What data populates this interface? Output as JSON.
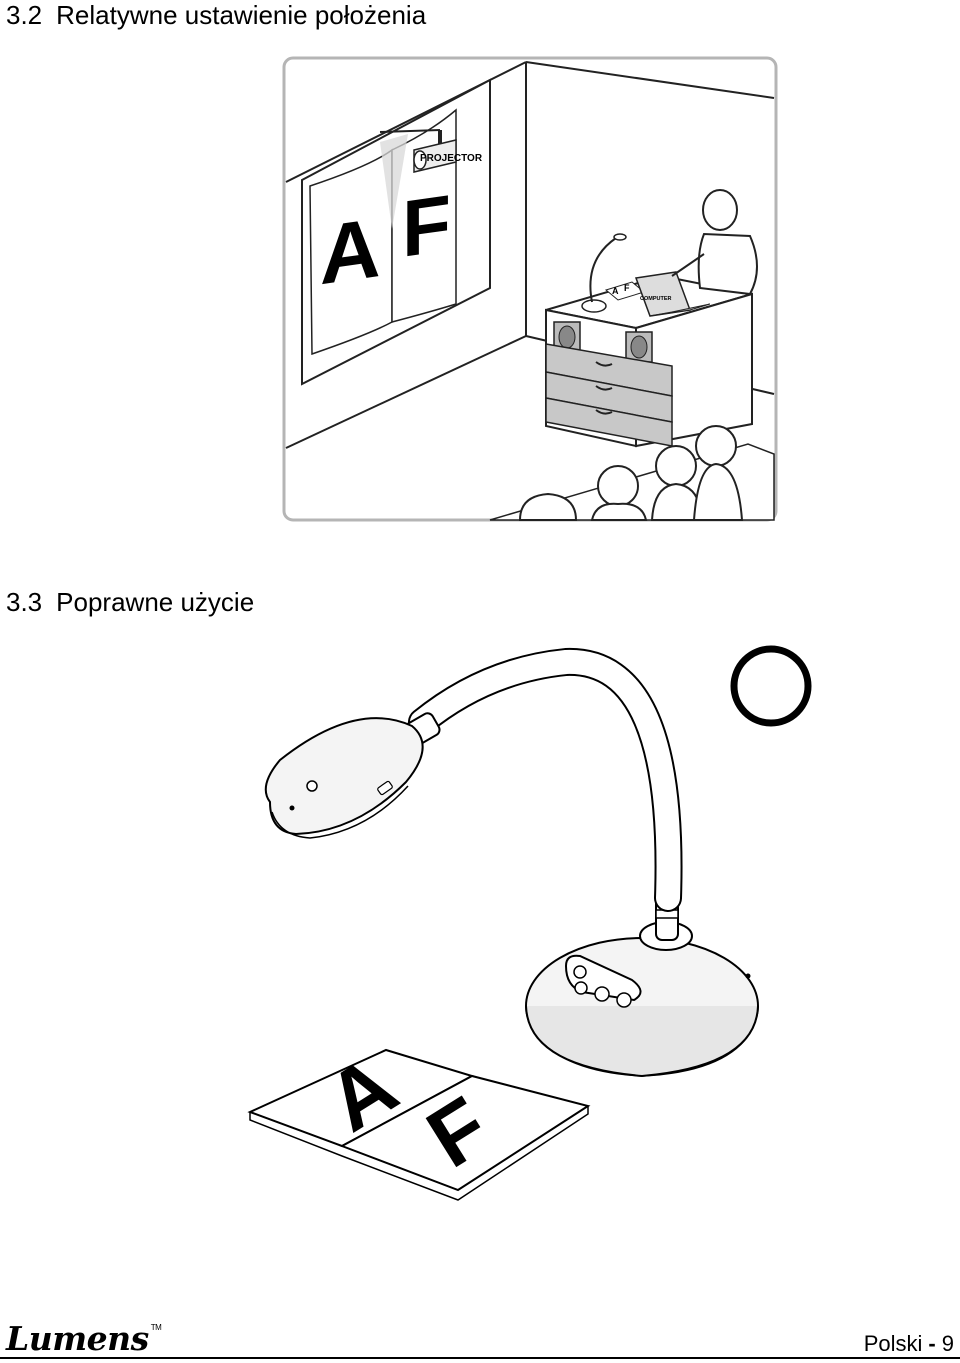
{
  "sections": [
    {
      "number": "3.2",
      "title": "Relatywne ustawienie położenia"
    },
    {
      "number": "3.3",
      "title": "Poprawne użycie"
    }
  ],
  "figure_classroom": {
    "projector_label": "PROJECTOR",
    "computer_label": "COMPUTER",
    "screen_letters": [
      "A",
      "F"
    ],
    "desk_doc_letters": [
      "A",
      "F"
    ]
  },
  "figure_camera": {
    "book_letters": [
      "A",
      "F"
    ],
    "mark": "circle"
  },
  "footer": {
    "brand": "Lumens",
    "trademark": "TM",
    "language": "Polski",
    "separator": "-",
    "page_number": "9"
  }
}
